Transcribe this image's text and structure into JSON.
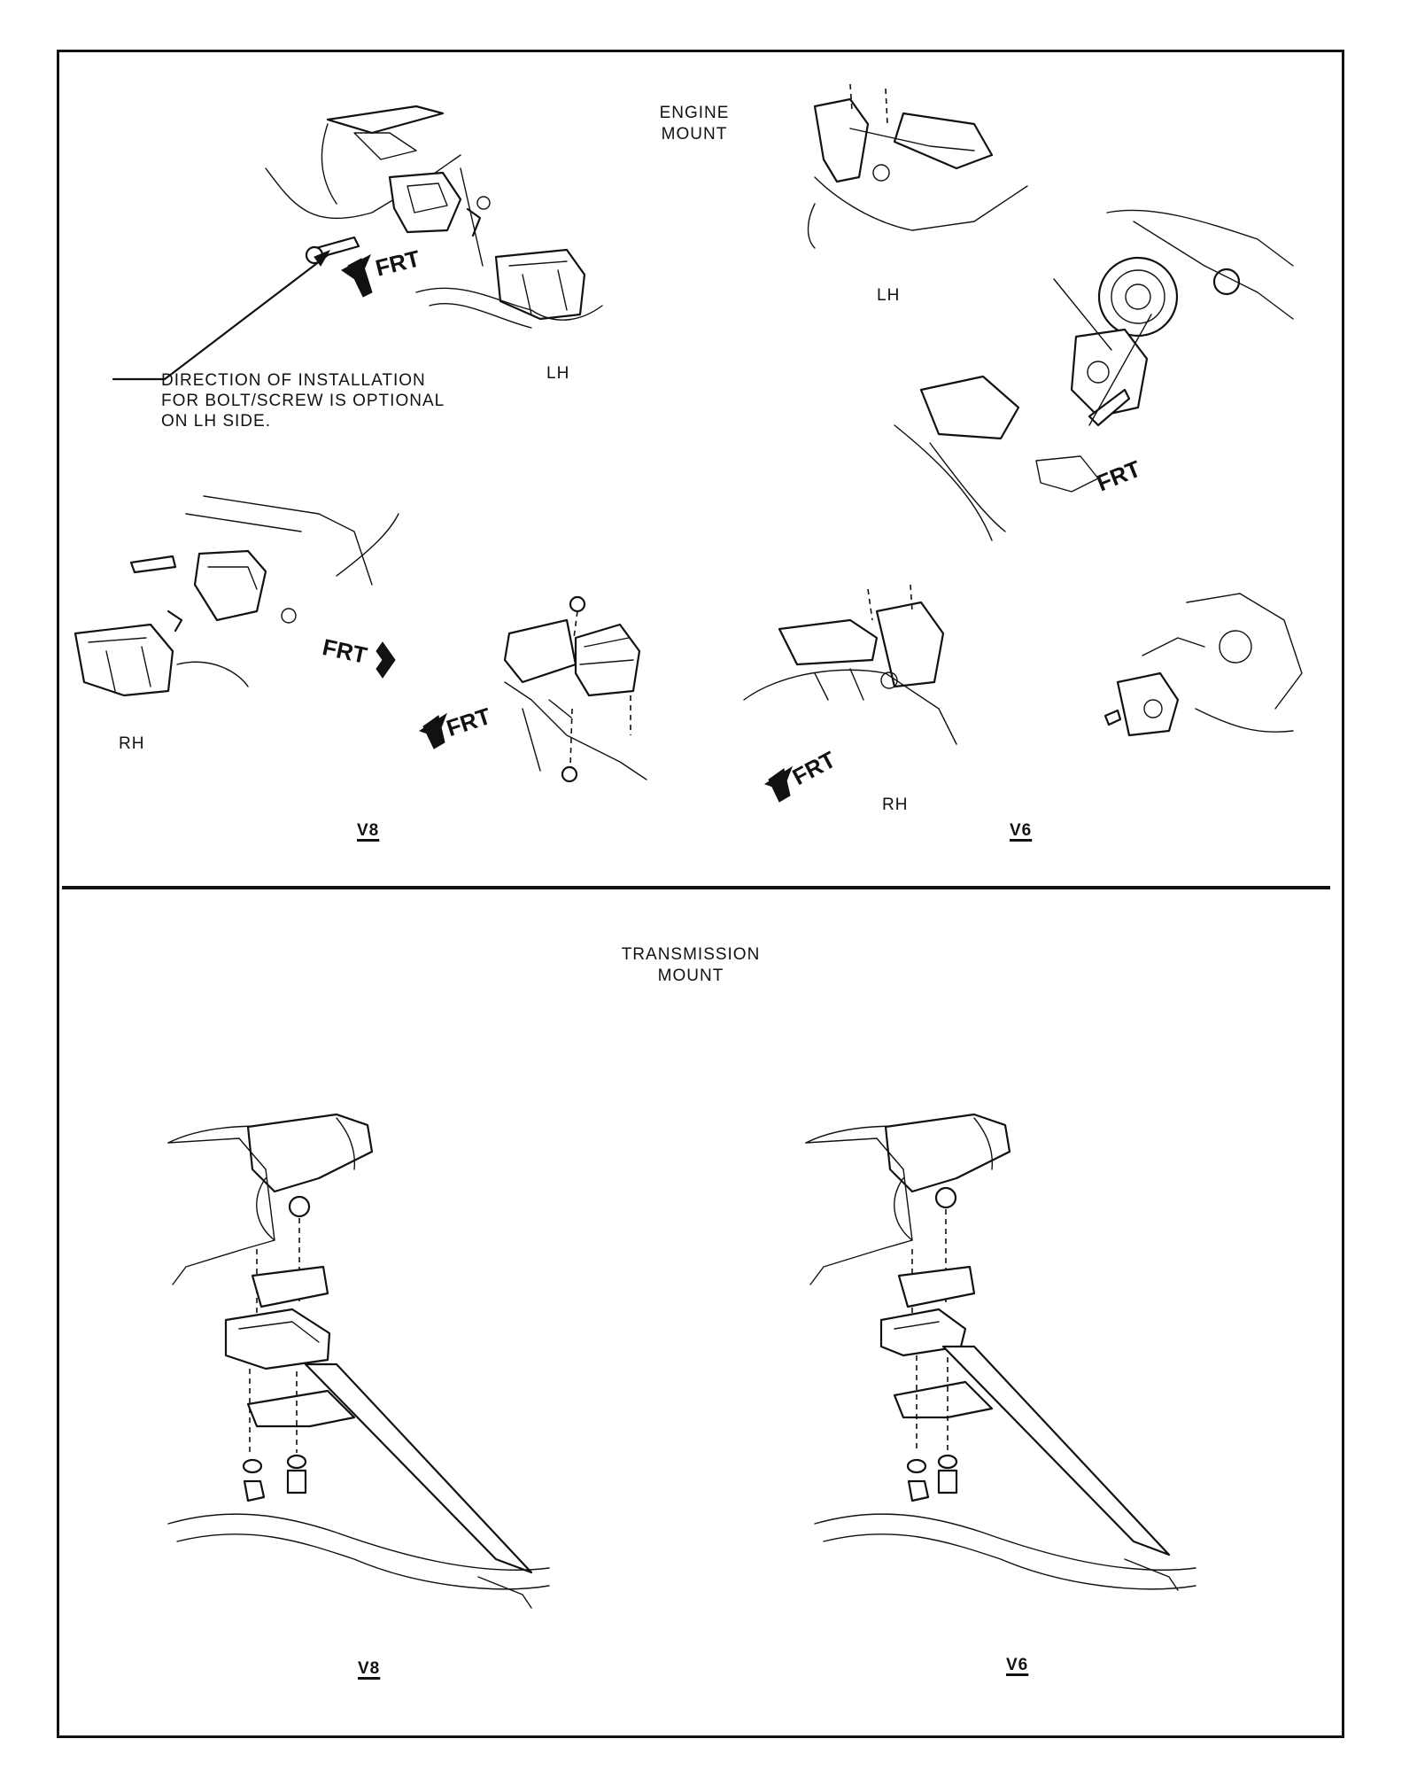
{
  "engine_mount": {
    "title_line1": "ENGINE",
    "title_line2": "MOUNT",
    "note_line1": "DIRECTION OF INSTALLATION",
    "note_line2": "FOR BOLT/SCREW IS OPTIONAL",
    "note_line3": "ON LH SIDE.",
    "v8_lh_label": "LH",
    "v8_rh_label": "RH",
    "v6_lh_label": "LH",
    "v6_rh_label": "RH",
    "v8_label": "V8",
    "v6_label": "V6",
    "frt_label": "FRT"
  },
  "transmission_mount": {
    "title_line1": "TRANSMISSION",
    "title_line2": "MOUNT",
    "v8_label": "V8",
    "v6_label": "V6"
  }
}
